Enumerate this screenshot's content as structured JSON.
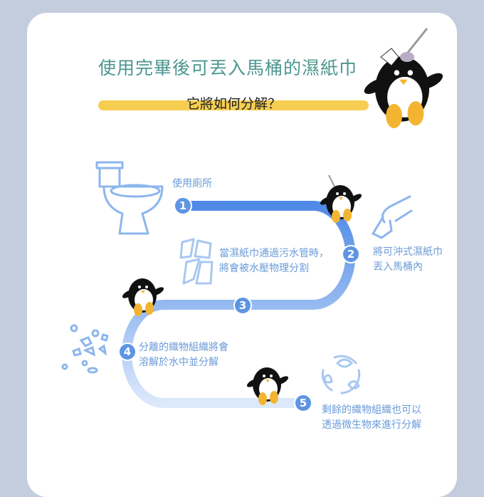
{
  "header": {
    "title": "使用完畢後可丟入馬桶的濕紙巾",
    "subtitle": "它將如何分解？"
  },
  "steps": [
    {
      "number": "1",
      "lines": [
        "使用廁所"
      ]
    },
    {
      "number": "2",
      "lines": [
        "將可沖式濕紙巾",
        "丟入馬桶內"
      ]
    },
    {
      "number": "3",
      "lines": [
        "當濕紙巾通過污水管時，",
        "將會被水壓物理分割"
      ]
    },
    {
      "number": "4",
      "lines": [
        "分離的織物組織將會",
        "溶解於水中並分解"
      ]
    },
    {
      "number": "5",
      "lines": [
        "剩餘的織物組織也可以",
        "透過微生物來進行分解"
      ]
    }
  ],
  "icons": [
    "toilet-icon",
    "hand-wipe-icon",
    "torn-pieces-icon",
    "fragments-icon",
    "recycle-leaf-icon",
    "penguin-mascot"
  ],
  "colors": {
    "background": "#c3cddd",
    "title": "#4d9690",
    "highlight": "#f5cd50",
    "path_start": "#4f8ae6",
    "path_end": "#dce9fb",
    "text": "#6a9ad8"
  }
}
